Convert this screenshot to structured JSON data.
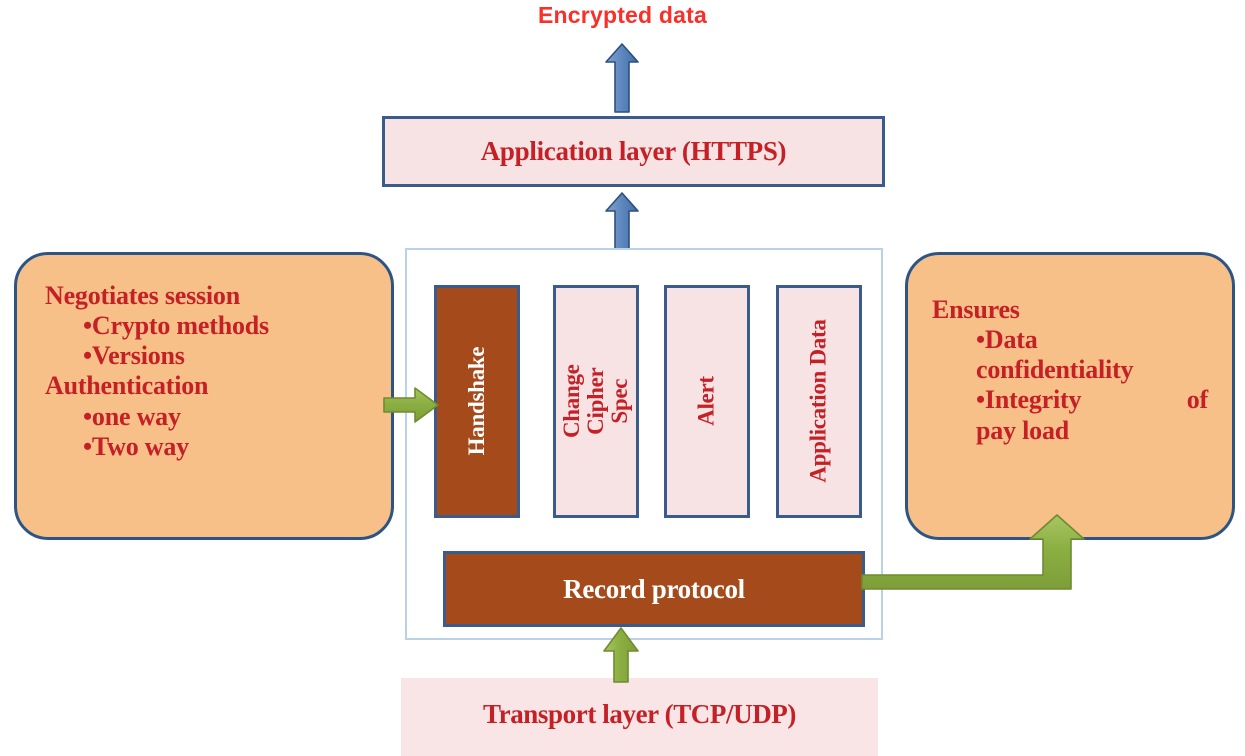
{
  "diagram": {
    "title": "Encrypted data",
    "colors": {
      "red_text": "#C42026",
      "bright_red": "#F9302A",
      "brown_fill": "#A44A1B",
      "pink_fill": "#F7E3E3",
      "orange_fill": "#F7C089",
      "blue_border": "#3A5C8C",
      "light_blue_border": "#B9D2EA",
      "green_arrow": "#8CAF43",
      "blue_arrow": "#4472A8"
    },
    "top_label": "Encrypted data",
    "application_layer": {
      "label": "Application layer (HTTPS)"
    },
    "transport_layer": {
      "label": "Transport layer (TCP/UDP)"
    },
    "record_protocol": {
      "label": "Record protocol"
    },
    "protocols": [
      {
        "label": "Handshake",
        "style": "filled"
      },
      {
        "label": "Change Cipher Spec",
        "style": "light"
      },
      {
        "label": "Alert",
        "style": "light"
      },
      {
        "label": "Application Data",
        "style": "light"
      }
    ],
    "left_callout": {
      "heading": "Negotiates session",
      "bullet1": "•Crypto methods",
      "bullet2": "•Versions",
      "heading2": "Authentication",
      "bullet3": "•one way",
      "bullet4": "•Two way"
    },
    "right_callout": {
      "heading": "Ensures",
      "bullet1": "•Data",
      "bullet1_cont": "confidentiality",
      "bullet2_left": "•Integrity",
      "bullet2_right": "of",
      "bullet2_cont": "pay load"
    },
    "arrows": {
      "encrypted_out": "blue-up-arrow",
      "app_in": "blue-up-arrow",
      "handshake_in": "green-right-arrow",
      "record_in": "green-up-arrow",
      "record_to_ensures": "green-elbow-arrow"
    }
  }
}
